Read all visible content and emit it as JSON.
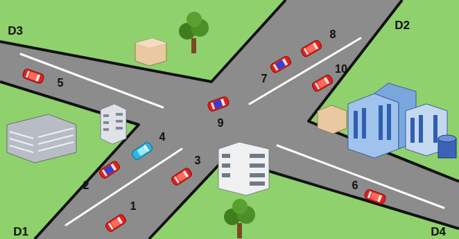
{
  "diagram": {
    "labels": [
      "D3",
      "D2",
      "8",
      "5",
      "7",
      "10",
      "9",
      "4",
      "3",
      "2",
      "6",
      "1",
      "D1",
      "D4"
    ]
  }
}
